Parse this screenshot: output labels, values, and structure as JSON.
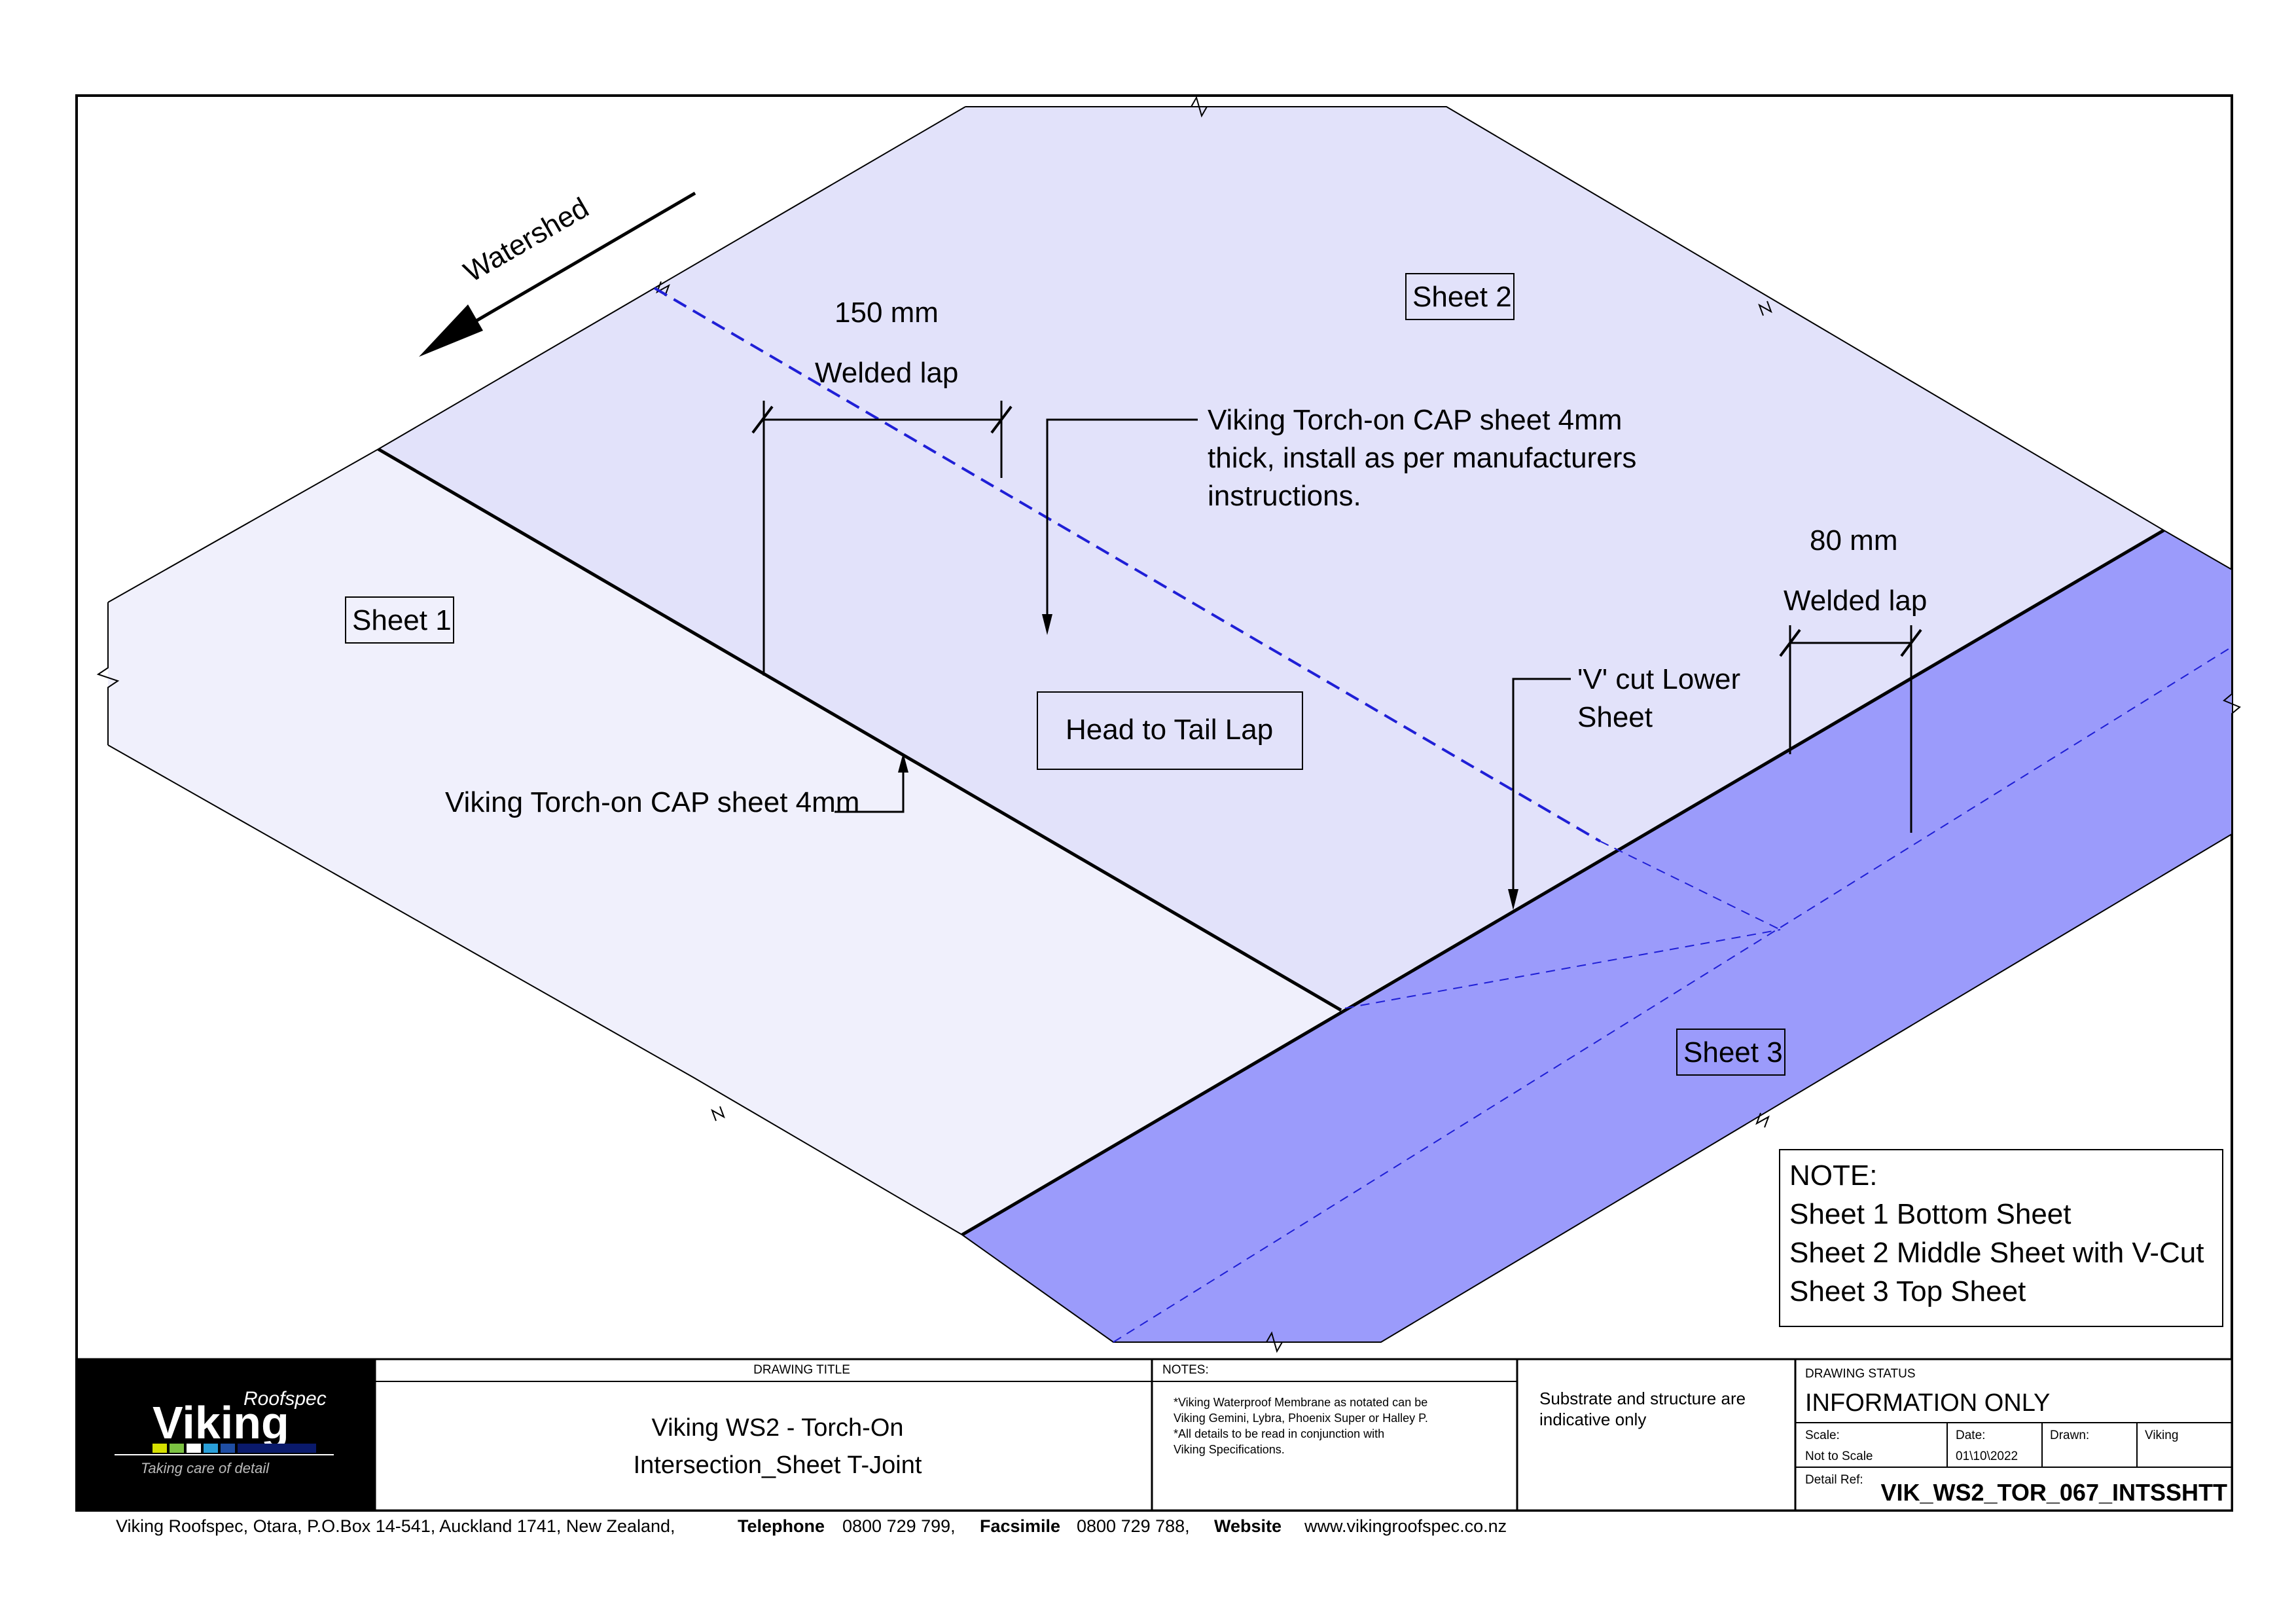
{
  "diagram": {
    "watershed_label": "Watershed",
    "sheet1_label": "Sheet 1",
    "sheet2_label": "Sheet 2",
    "sheet3_label": "Sheet 3",
    "lap150_dim": "150 mm",
    "lap150_text": "Welded lap",
    "lap80_dim": "80 mm",
    "lap80_text": "Welded lap",
    "cap_note_lines": [
      "Viking Torch-on CAP sheet 4mm",
      "thick, install as per manufacturers",
      "instructions."
    ],
    "cap_sheet1_note": "Viking Torch-on CAP sheet 4mm",
    "head_tail_label": "Head to Tail Lap",
    "vcut_lines": [
      "'V' cut Lower",
      "Sheet"
    ],
    "note_box": [
      "NOTE:",
      "Sheet 1 Bottom Sheet",
      "Sheet 2 Middle Sheet with V-Cut",
      "Sheet 3 Top Sheet"
    ],
    "colors": {
      "sheet1": "#f0f0fc",
      "sheet2": "#e2e2fa",
      "sheet3": "#9b9bfb",
      "dashed_line": "#1f1fd6"
    }
  },
  "title_block": {
    "logo_roofspec": "Roofspec",
    "logo_viking": "Viking",
    "logo_tagline": "Taking care of detail",
    "drawing_title_header": "DRAWING TITLE",
    "drawing_title_lines": [
      "Viking WS2 - Torch-On",
      "Intersection_Sheet  T-Joint"
    ],
    "notes_header": "NOTES:",
    "notes_lines": [
      "*Viking Waterproof Membrane as notated can be",
      "Viking Gemini, Lybra, Phoenix Super or Halley P.",
      "*All details to be read in conjunction with",
      "Viking Specifications."
    ],
    "substrate_lines": [
      "Substrate and structure are",
      "indicative only"
    ],
    "status_header": "DRAWING STATUS",
    "status_value": "INFORMATION ONLY",
    "scale_label": "Scale:",
    "scale_value": "Not to Scale",
    "date_label": "Date:",
    "date_value": "01\\10\\2022",
    "drawn_label": "Drawn:",
    "drawn_value": "Viking",
    "detail_ref_label": "Detail Ref:",
    "detail_ref_value": "VIK_WS2_TOR_067_INTSSHTT"
  },
  "footer": {
    "address": "Viking Roofspec, Otara, P.O.Box 14-541, Auckland 1741, New Zealand,",
    "telephone_label": "Telephone",
    "telephone_value": "0800 729 799,",
    "facsimile_label": "Facsimile",
    "facsimile_value": "0800 729 788,",
    "website_label": "Website",
    "website_value": "www.vikingroofspec.co.nz"
  }
}
